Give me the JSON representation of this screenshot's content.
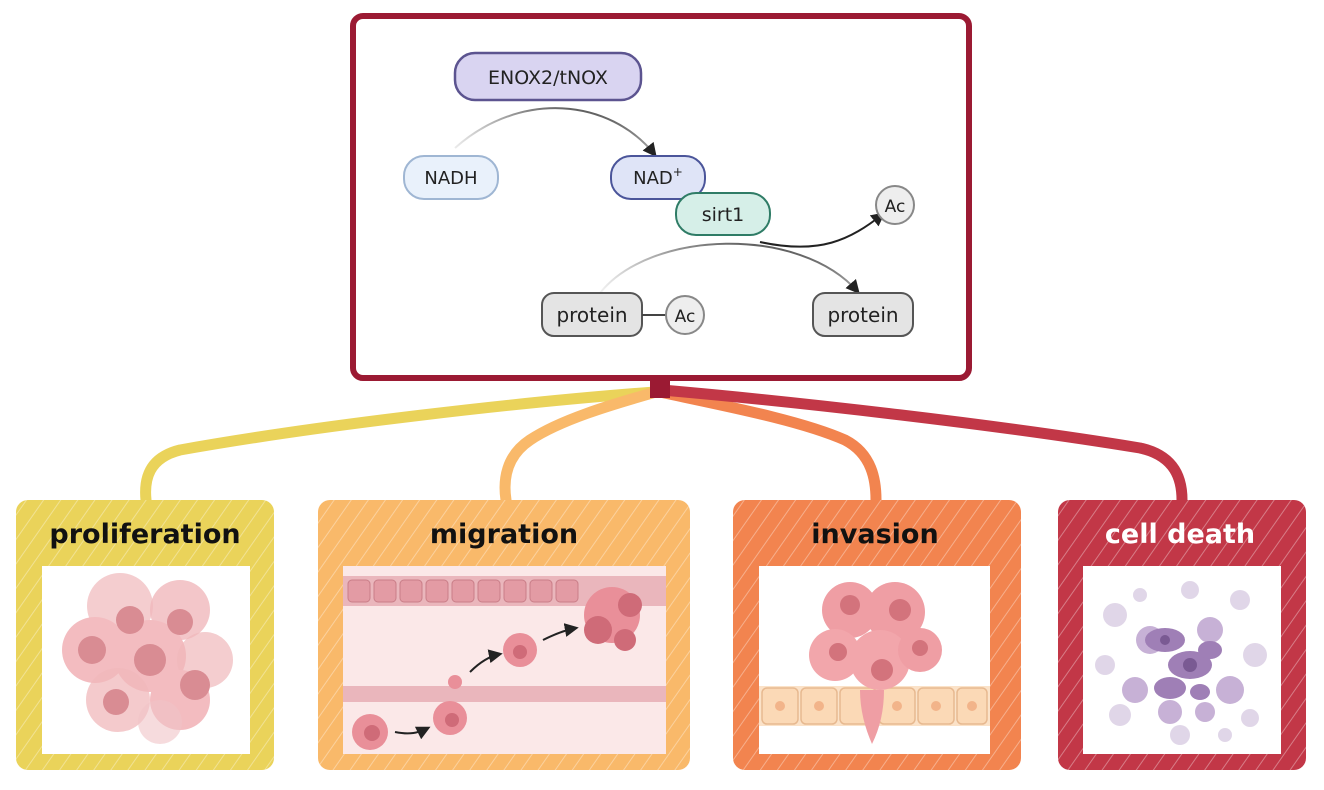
{
  "pathway": {
    "enzyme": "ENOX2/tNOX",
    "substrate": "NADH",
    "cofactor_main": "NAD",
    "cofactor_sup": "+",
    "deacetylase": "sirt1",
    "acetyl_product": "Ac",
    "protein_in": "protein",
    "acetyl_in": "Ac",
    "protein_out": "protein"
  },
  "outcomes": [
    {
      "label": "proliferation",
      "color": "#ead35a"
    },
    {
      "label": "migration",
      "color": "#f9b96a"
    },
    {
      "label": "invasion",
      "color": "#f2844f"
    },
    {
      "label": "cell death",
      "color": "#c23747"
    }
  ],
  "colors": {
    "frame": "#9b1a33",
    "enzyme_fill": "#d9d4f1",
    "enzyme_stroke": "#5c5490",
    "nadh_fill": "#e9f1fb",
    "nadh_stroke": "#9fb6d3",
    "nad_fill": "#dfe4f7",
    "nad_stroke": "#4b559a",
    "sirt_fill": "#d6efe8",
    "sirt_stroke": "#2f7c66",
    "protein_fill": "#e4e4e4",
    "protein_stroke": "#555555"
  },
  "icons": [
    "cell-cluster-icon",
    "vessel-migration-icon",
    "epithelium-invasion-icon",
    "apoptotic-debris-icon"
  ]
}
